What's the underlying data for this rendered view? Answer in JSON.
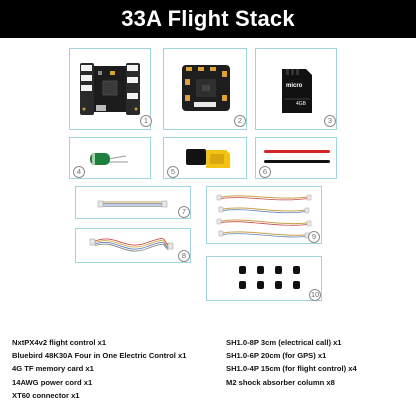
{
  "title": "33A Flight Stack",
  "items": [
    {
      "num": "1"
    },
    {
      "num": "2"
    },
    {
      "num": "3"
    },
    {
      "num": "4"
    },
    {
      "num": "5"
    },
    {
      "num": "6"
    },
    {
      "num": "7"
    },
    {
      "num": "8"
    },
    {
      "num": "9"
    },
    {
      "num": "10"
    }
  ],
  "sd_card": {
    "brand": "micro",
    "size": "4GB"
  },
  "list_left": [
    "NxtPX4v2 flight control x1",
    "Bluebird 48K30A Four in One Electric Control x1",
    "4G TF memory card x1",
    "14AWG power cord x1",
    "XT60 connector x1"
  ],
  "list_right": [
    "SH1.0-8P 3cm (electrical call) x1",
    "SH1.0-6P 20cm (for GPS) x1",
    "SH1.0-4P 15cm (for flight control) x4",
    "M2 shock absorber column x8"
  ]
}
